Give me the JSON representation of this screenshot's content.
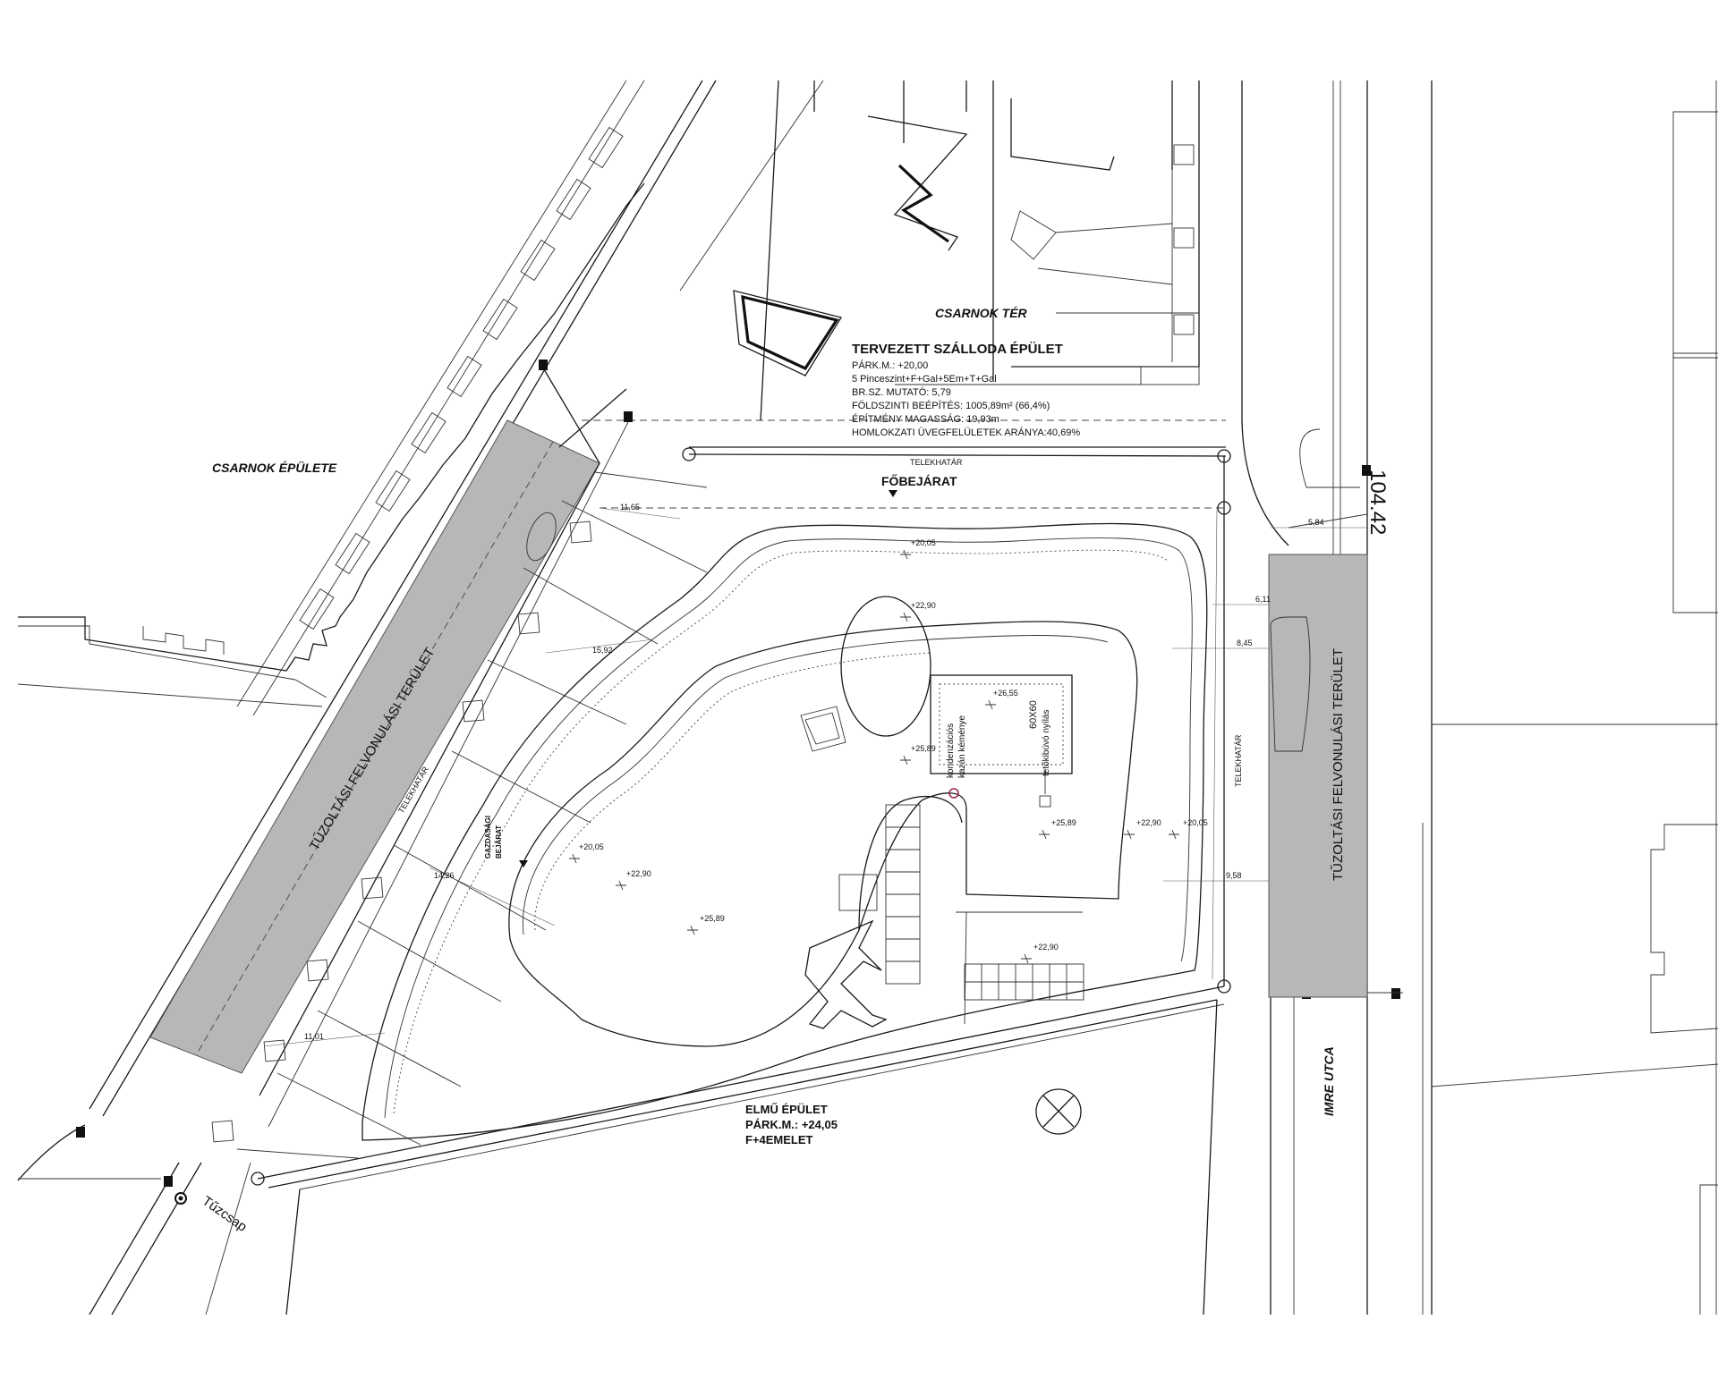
{
  "labels": {
    "csarnok_ter": "CSARNOK TÉR",
    "csarnok_epulete": "CSARNOK ÉPÜLETE",
    "hotel_title": "TERVEZETT SZÁLLODA ÉPÜLET",
    "hotel_lines": [
      "PÁRK.M.: +20,00",
      "5 Pinceszint+F+Gal+5Em+T+Gal",
      "BR.SZ. MUTATÓ: 5,79",
      "FÖLDSZINTI BEÉPÍTÉS: 1005,89m² (66,4%)",
      "ÉPÍTMÉNY MAGASSÁG: 19,93m",
      "HOMLOKZATI ÜVEGFELÜLETEK ARÁNYA:40,69%"
    ],
    "telekhatar_top": "TELEKHATÁR",
    "telekhatar_left": "TELEKHATÁR",
    "telekhatar_right": "TELEKHATÁR",
    "fobejarat": "FŐBEJÁRAT",
    "fire_left": "TŰZOLTÁSI FELVONULÁSI TERÜLET",
    "fire_right": "TŰZOLTÁSI FELVONULÁSI TERÜLET",
    "gazdasagi_1": "GAZDASÁGI",
    "gazdasagi_2": "BEJÁRAT",
    "chimney_1": "kondenzációs",
    "chimney_2": "kazán kéménye",
    "roof_1": "60X60",
    "roof_2": "tetőkibúvó nyílás",
    "elmu_title": "ELMŰ ÉPÜLET",
    "elmu_park": "PÁRK.M.: +24,05",
    "elmu_floors": "F+4EMELET",
    "imre_utca": "IMRE UTCA",
    "tuzcsap": "Tűzcsap",
    "edge_value": "104.42"
  },
  "elevations": [
    "+20,05",
    "+22,90",
    "+26,55",
    "+25,89",
    "+25,89",
    "+22,90",
    "+20,05",
    "+20,05",
    "+22,90",
    "+25,89",
    "+22,90"
  ],
  "dimensions": [
    "11,65",
    "15,92",
    "14,26",
    "11,01",
    "5,84",
    "6,11",
    "8,45",
    "9,58"
  ]
}
